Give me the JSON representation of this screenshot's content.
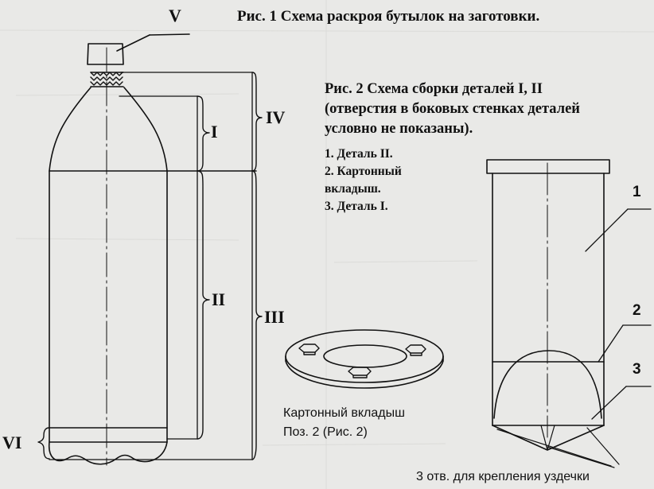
{
  "figure1": {
    "caption": "Рис. 1 Схема раскроя бутылок на заготовки.",
    "labels": {
      "cap": "V",
      "top_part": "I",
      "top_group": "IV",
      "middle_part": "II",
      "middle_group": "III",
      "bottom_part": "VI"
    }
  },
  "gasket": {
    "caption_line1": "Картонный вкладыш",
    "caption_line2": "Поз. 2 (Рис. 2)"
  },
  "figure2": {
    "caption_line1": "Рис. 2 Схема сборки деталей I, II",
    "caption_line2": "(отверстия в боковых стенках деталей",
    "caption_line3": "условно не показаны).",
    "legend": [
      "1. Деталь II.",
      "2. Картонный",
      "вкладыш.",
      "3. Деталь I."
    ],
    "callouts": [
      "1",
      "2",
      "3"
    ],
    "holes_caption": "3 отв. для крепления уздечки"
  },
  "colors": {
    "paper": "#e8e8e6",
    "ink": "#111111"
  }
}
